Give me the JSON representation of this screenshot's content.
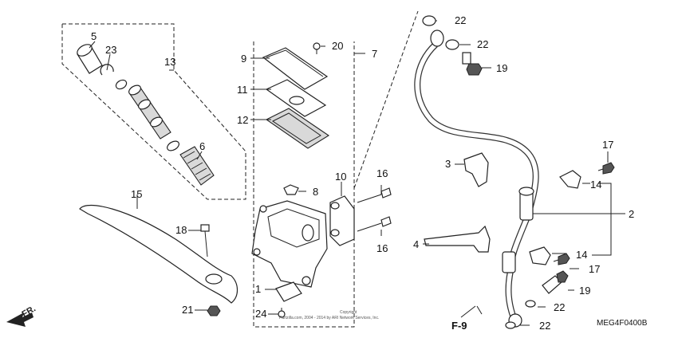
{
  "diagram": {
    "code": "MEG4F0400B",
    "direction_label": "FR.",
    "reference_label": "F-9",
    "copyright_line1": "Copyright",
    "copyright_line2": "Partzilla.com, 2004 - 2014 by ARI Network Services, Inc.",
    "callouts": {
      "c1": "1",
      "c2": "2",
      "c3": "3",
      "c4": "4",
      "c5": "5",
      "c6": "6",
      "c7": "7",
      "c8": "8",
      "c9": "9",
      "c10": "10",
      "c11": "11",
      "c12": "12",
      "c13": "13",
      "c14a": "14",
      "c14b": "14",
      "c15": "15",
      "c16a": "16",
      "c16b": "16",
      "c17a": "17",
      "c17b": "17",
      "c18": "18",
      "c19a": "19",
      "c19b": "19",
      "c20": "20",
      "c21": "21",
      "c22a": "22",
      "c22b": "22",
      "c22c": "22",
      "c22d": "22",
      "c23": "23",
      "c24": "24"
    }
  }
}
